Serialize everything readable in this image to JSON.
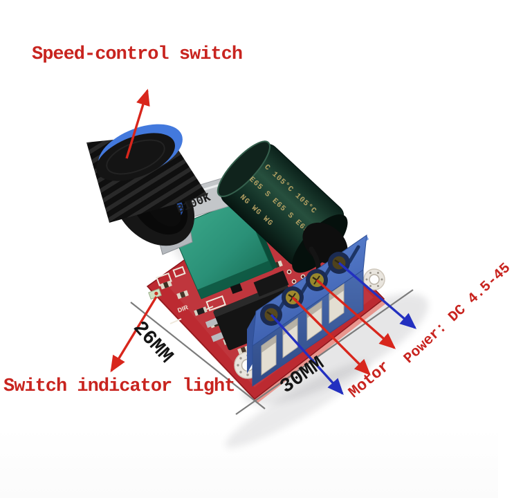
{
  "annotations": {
    "speed_control": "Speed-control switch",
    "switch_indicator": "Switch indicator light",
    "width_label": "26MM",
    "length_label": "30MM",
    "motor_label": "Motor",
    "power_label": "Power: DC 4.5-45"
  },
  "board": {
    "potentiometer_marking": "B100K",
    "silkscreen_dir": "DIR",
    "capacitor_text": {
      "line1": "C 105°C 105°C",
      "line2": "E65 S E65 S E65",
      "line3": "NG  WG  WG"
    }
  },
  "colors": {
    "label_red": "#c8241f",
    "arrow_red": "#d8261c",
    "arrow_blue": "#2330c0",
    "dimension_gray": "#7b7b7b",
    "dimension_text": "#141414",
    "pcb_red": "#bc2a31",
    "terminal_blue": "#4a72c4",
    "pot_green": "#2f9f82",
    "knob_blue": "#4379dd",
    "capacitor_green": "#16362b",
    "background": "#ffffff"
  }
}
